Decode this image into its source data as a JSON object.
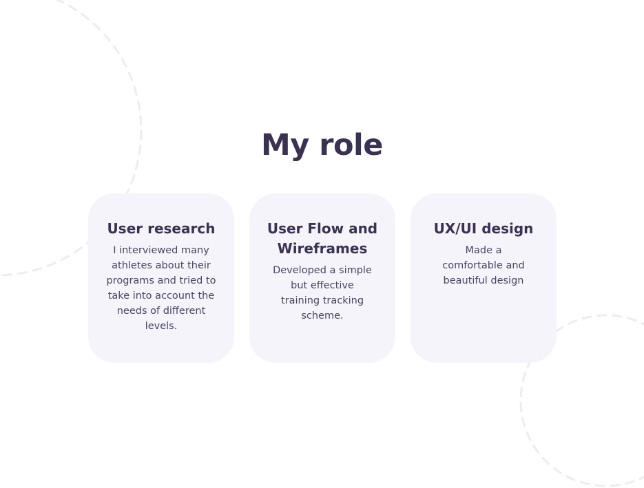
{
  "section": {
    "title": "My role"
  },
  "cards": [
    {
      "title": "User research",
      "text": "I interviewed many athletes about their programs and tried to take into account the needs of different levels."
    },
    {
      "title": "User Flow and Wireframes",
      "text": "Developed a simple but effective training tracking scheme."
    },
    {
      "title": "UX/UI design",
      "text": "Made a comfortable and beautiful design"
    }
  ],
  "colors": {
    "text_primary": "#3b3150",
    "card_background": "#f5f4fa",
    "decor_stroke": "#ececf1"
  }
}
